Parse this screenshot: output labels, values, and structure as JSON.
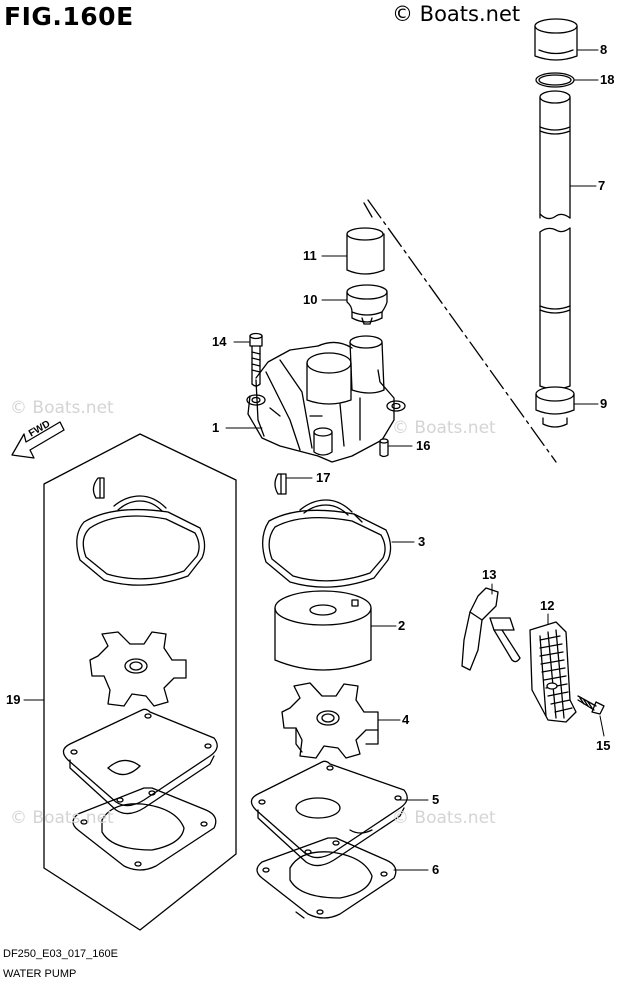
{
  "figure": {
    "title": "FIG.160E",
    "watermark": "© Boats.net",
    "code": "DF250_E03_017_160E",
    "subtitle": "WATER PUMP",
    "fwd": "FWD"
  },
  "parts": {
    "p1": "1",
    "p2": "2",
    "p3": "3",
    "p4": "4",
    "p5": "5",
    "p6": "6",
    "p7": "7",
    "p8": "8",
    "p9": "9",
    "p10": "10",
    "p11": "11",
    "p12": "12",
    "p13": "13",
    "p14": "14",
    "p15": "15",
    "p16": "16",
    "p17": "17",
    "p18": "18",
    "p19": "19"
  },
  "colors": {
    "line": "#000000",
    "watermark_faint": "#d4d4d4"
  }
}
